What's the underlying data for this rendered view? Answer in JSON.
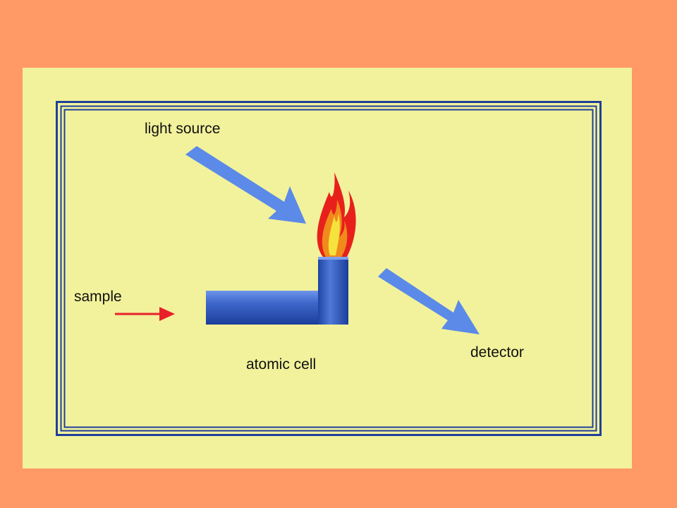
{
  "colors": {
    "background": "#ff9966",
    "panel": "#f2f29c",
    "frame": "#1f3f9a",
    "beam_arrow": "#5b8ae8",
    "sample_arrow": "#e8202a",
    "cell": "#2f57b5"
  },
  "diagram": {
    "labels": {
      "light_source": "light source",
      "sample": "sample",
      "atomic_cell": "atomic cell",
      "detector": "detector"
    },
    "icons": {
      "flame": "flame-icon"
    }
  }
}
